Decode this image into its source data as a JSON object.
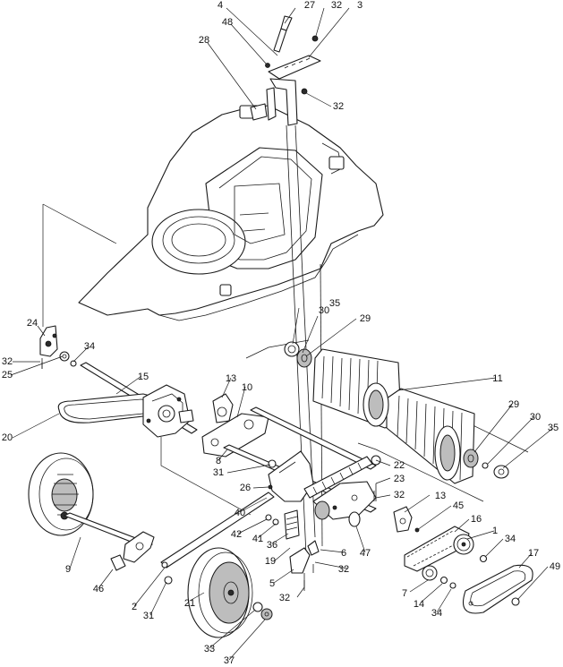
{
  "callouts": [
    {
      "id": "c1",
      "label": "1"
    },
    {
      "id": "c2",
      "label": "2"
    },
    {
      "id": "c3",
      "label": "3"
    },
    {
      "id": "c4",
      "label": "4"
    },
    {
      "id": "c5",
      "label": "5"
    },
    {
      "id": "c6",
      "label": "6"
    },
    {
      "id": "c7",
      "label": "7"
    },
    {
      "id": "c8",
      "label": "8"
    },
    {
      "id": "c9",
      "label": "9"
    },
    {
      "id": "c10",
      "label": "10"
    },
    {
      "id": "c11",
      "label": "11"
    },
    {
      "id": "c13a",
      "label": "13"
    },
    {
      "id": "c13b",
      "label": "13"
    },
    {
      "id": "c14",
      "label": "14"
    },
    {
      "id": "c15",
      "label": "15"
    },
    {
      "id": "c16",
      "label": "16"
    },
    {
      "id": "c17",
      "label": "17"
    },
    {
      "id": "c19",
      "label": "19"
    },
    {
      "id": "c20",
      "label": "20"
    },
    {
      "id": "c21",
      "label": "21"
    },
    {
      "id": "c22",
      "label": "22"
    },
    {
      "id": "c23",
      "label": "23"
    },
    {
      "id": "c24",
      "label": "24"
    },
    {
      "id": "c25",
      "label": "25"
    },
    {
      "id": "c26",
      "label": "26"
    },
    {
      "id": "c27",
      "label": "27"
    },
    {
      "id": "c28",
      "label": "28"
    },
    {
      "id": "c29a",
      "label": "29"
    },
    {
      "id": "c29b",
      "label": "29"
    },
    {
      "id": "c30a",
      "label": "30"
    },
    {
      "id": "c30b",
      "label": "30"
    },
    {
      "id": "c31a",
      "label": "31"
    },
    {
      "id": "c31b",
      "label": "31"
    },
    {
      "id": "c32a",
      "label": "32"
    },
    {
      "id": "c32b",
      "label": "32"
    },
    {
      "id": "c32c",
      "label": "32"
    },
    {
      "id": "c32d",
      "label": "32"
    },
    {
      "id": "c32e",
      "label": "32"
    },
    {
      "id": "c32f",
      "label": "32"
    },
    {
      "id": "c33",
      "label": "33"
    },
    {
      "id": "c34a",
      "label": "34"
    },
    {
      "id": "c34b",
      "label": "34"
    },
    {
      "id": "c34c",
      "label": "34"
    },
    {
      "id": "c35a",
      "label": "35"
    },
    {
      "id": "c35b",
      "label": "35"
    },
    {
      "id": "c36",
      "label": "36"
    },
    {
      "id": "c37",
      "label": "37"
    },
    {
      "id": "c40",
      "label": "40"
    },
    {
      "id": "c41",
      "label": "41"
    },
    {
      "id": "c42",
      "label": "42"
    },
    {
      "id": "c45",
      "label": "45"
    },
    {
      "id": "c46",
      "label": "46"
    },
    {
      "id": "c47",
      "label": "47"
    },
    {
      "id": "c48",
      "label": "48"
    },
    {
      "id": "c49",
      "label": "49"
    }
  ]
}
